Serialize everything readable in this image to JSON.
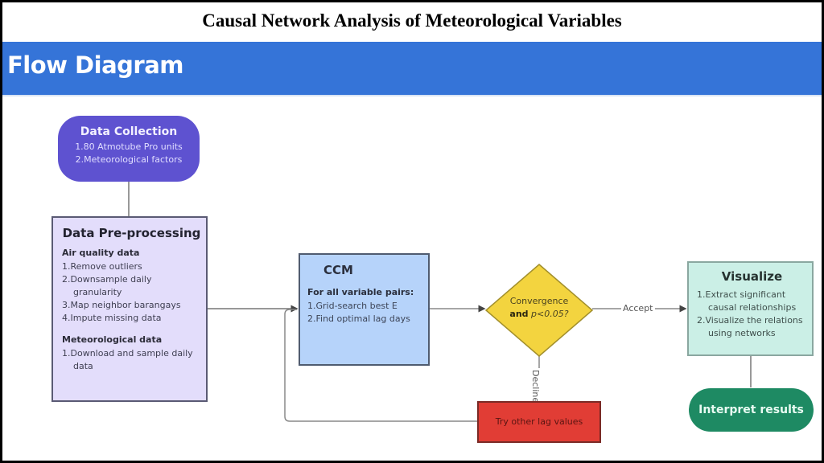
{
  "page_title": "Causal Network Analysis of Meteorological Variables",
  "banner_title": "Flow Diagram",
  "colors": {
    "banner": "#3574d8",
    "data_collection": "#5e52d0",
    "pre_processing": "#e3ddfb",
    "ccm": "#b6d3fa",
    "decision": "#f3d43f",
    "visualize": "#cbefe6",
    "interpret": "#1e8a63",
    "retry": "#e13d35"
  },
  "nodes": {
    "data_collection": {
      "title": "Data Collection",
      "items": [
        "1.80 Atmotube Pro units",
        "2.Meteorological factors"
      ]
    },
    "pre_processing": {
      "title": "Data Pre-processing",
      "air_quality": {
        "heading": "Air quality data",
        "items": [
          "1.Remove outliers",
          "2.Downsample daily",
          "granularity",
          "3.Map neighbor barangays",
          "4.Impute missing data"
        ]
      },
      "meteorological": {
        "heading": "Meteorological data",
        "items": [
          "1.Download and sample daily",
          "data"
        ]
      }
    },
    "ccm": {
      "title": "CCM",
      "subheading": "For all variable pairs:",
      "items": [
        "1.Grid-search best E",
        "2.Find optimal lag days"
      ]
    },
    "decision": {
      "line1": "Convergence",
      "and": "and",
      "condition": "p<0.05?"
    },
    "visualize": {
      "title": "Visualize",
      "items": [
        "1.Extract significant",
        "causal relationships",
        "2.Visualize the relations",
        "using networks"
      ]
    },
    "interpret": {
      "label": "Interpret results"
    },
    "retry": {
      "label": "Try other lag values"
    }
  },
  "edges": {
    "accept_label": "Accept",
    "decline_label": "Decline"
  }
}
